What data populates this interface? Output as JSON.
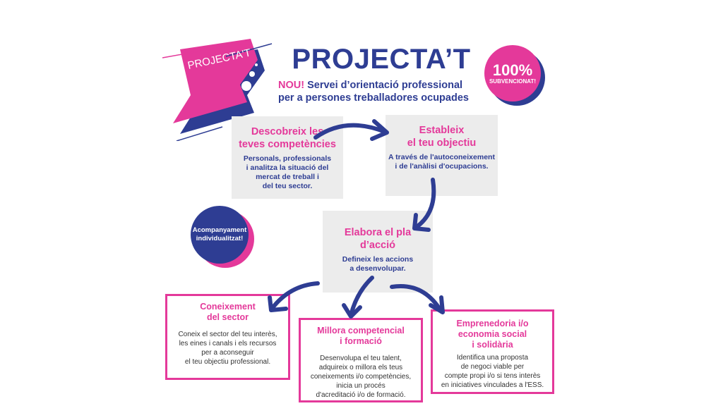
{
  "logo": {
    "text": "PROJECTA'T"
  },
  "header": {
    "title": "PROJECTA’T",
    "new_label": "NOU!",
    "subtitle_1": "Servei d’orientació professional",
    "subtitle_2": "per a persones treballadores ocupades"
  },
  "badge": {
    "value": "100%",
    "label": "SUBVENCIONAT!"
  },
  "accompaniment": {
    "line1": "Acompanyament",
    "line2": "individualitzat!"
  },
  "steps": [
    {
      "title": [
        "Descobreix les",
        "teves competències"
      ],
      "text": [
        "Personals, professionals",
        "i analitza la situació del",
        "mercat de treball i",
        "del teu sector."
      ]
    },
    {
      "title": [
        "Estableix",
        "el teu objectiu"
      ],
      "text": [
        "A través de l'autoconeixement",
        "i de l'anàlisi d'ocupacions."
      ]
    },
    {
      "title": [
        "Elabora el pla",
        "d’acció"
      ],
      "text": [
        "Defineix les accions",
        "a desenvolupar."
      ]
    }
  ],
  "options": [
    {
      "title": [
        "Coneixement",
        "del sector"
      ],
      "text": [
        "Coneix el sector del teu interès,",
        "les eines i canals  i els recursos",
        "per a aconseguir",
        "el teu objectiu professional."
      ]
    },
    {
      "title": [
        "Millora competencial",
        "i formació"
      ],
      "text": [
        "Desenvolupa el teu talent,",
        "adquireix o millora els teus",
        "coneixements i/o competències,",
        "inicia un procés",
        "d'acreditació i/o de formació."
      ]
    },
    {
      "title": [
        "Emprenedoria i/o",
        "economia social",
        "i solidària"
      ],
      "text": [
        "Identifica una proposta",
        "de negoci viable per",
        "compte propi i/o si tens interès",
        "en iniciatives vinculades a l'ESS."
      ]
    }
  ],
  "colors": {
    "pink": "#e4399a",
    "blue": "#2e3d93",
    "grey": "#ececec"
  }
}
